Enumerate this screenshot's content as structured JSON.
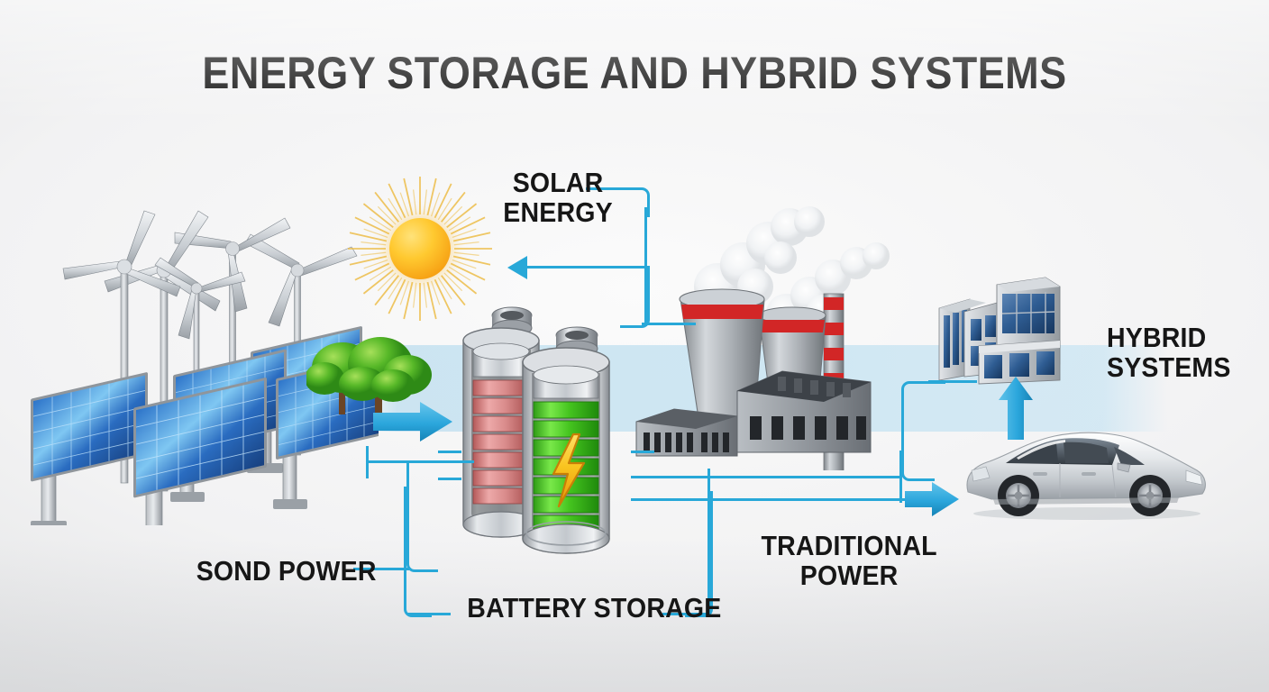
{
  "title": "ENERGY STORAGE AND HYBRID SYSTEMS",
  "labels": {
    "solar_energy": "SOLAR\nENERGY",
    "hybrid_systems": "HYBRID\nSYSTEMS",
    "wind_power": "SOND POWER",
    "battery_storage": "BATTERY STORAGE",
    "traditional_power": "TRADITIONAL\nPOWER"
  },
  "colors": {
    "connector": "#28a8d8",
    "arrow_fill": "#2ba6dc",
    "band": "#c8e4f2",
    "title_text": "#121212",
    "background": "#eceded",
    "battery_charged": "#4ecf2a",
    "battery_discharged": "#d98b8b",
    "bolt": "#f7c12b",
    "plant_accent": "#d22626",
    "solar_panel": "#1c63b8"
  },
  "icons": {
    "sun": "sun-icon",
    "wind_turbine": "wind-turbine-icon",
    "solar_panel": "solar-panel-icon",
    "tree": "tree-icon",
    "battery_charged": "battery-charged-icon",
    "battery_discharged": "battery-discharged-icon",
    "lightning_bolt": "lightning-bolt-icon",
    "power_plant": "power-plant-icon",
    "office_building": "office-building-icon",
    "hybrid_car": "hybrid-car-icon",
    "flow_arrow": "flow-arrow-icon"
  },
  "flows": [
    {
      "from": "renewables",
      "to": "battery-storage",
      "direction": "right"
    },
    {
      "from": "traditional-power",
      "to": "solar-energy",
      "direction": "left"
    },
    {
      "from": "battery-storage",
      "to": "hybrid-car",
      "direction": "right"
    },
    {
      "from": "hybrid-car",
      "to": "office-building",
      "direction": "up"
    }
  ]
}
